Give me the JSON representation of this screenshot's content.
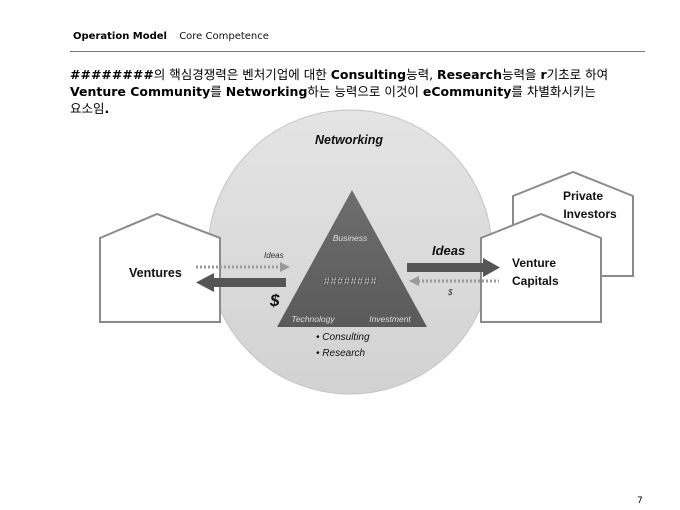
{
  "header": {
    "title": "Operation Model",
    "subtitle": "Core Competence"
  },
  "intro": {
    "l1_a": "########",
    "l1_b": "의 핵심경쟁력은 벤처기업에 대한 ",
    "l1_c": "Consulting",
    "l1_d": "능력, ",
    "l1_e": "Research",
    "l1_f": "능력을 ",
    "l1_g": "r",
    "l1_h": "기초로 하여",
    "l2_a": "Venture Community",
    "l2_b": "를 ",
    "l2_c": "Networking",
    "l2_d": "하는 능력으로 이것이 ",
    "l2_e": "eCommunity",
    "l2_f": "를 차별화시키는",
    "l3_a": "요소임",
    "l3_b": "."
  },
  "diagram": {
    "networking": "Networking",
    "triangle": {
      "top": "Business",
      "center": "########",
      "left": "Technology",
      "right": "Investment"
    },
    "bullets": [
      "Consulting",
      "Research"
    ],
    "ventures": "Ventures",
    "private_investors": [
      "Private",
      "Investors"
    ],
    "venture_capitals": [
      "Venture",
      "Capitals"
    ],
    "ideas_small": "Ideas",
    "ideas_large": "Ideas",
    "dollar_large": "$",
    "dollar_small": "$"
  },
  "colors": {
    "circle": "#dcdcdc",
    "triangle": "#5e5e5e",
    "arrow": "#555555",
    "house": "#8a8a8a"
  },
  "page_number": "7"
}
